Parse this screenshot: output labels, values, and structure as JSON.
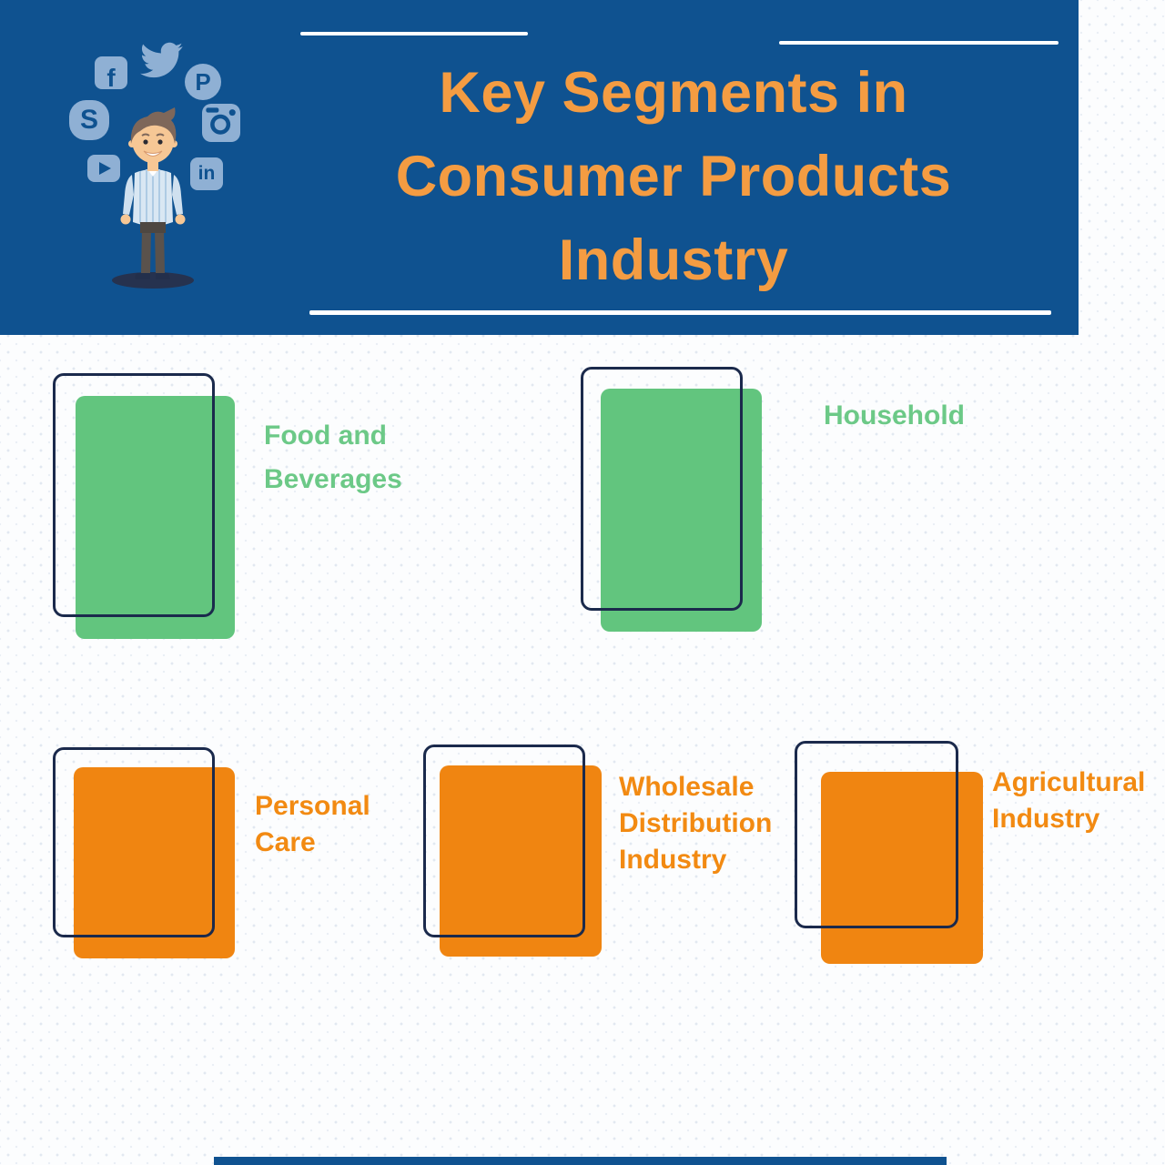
{
  "colors": {
    "header_blue": "#0F5290",
    "title_orange": "#F49C42",
    "green_fill": "#62C57E",
    "green_text": "#6CC987",
    "orange_fill": "#F08511",
    "orange_text": "#F28A12",
    "navy_outline": "#1B2A4C",
    "icon_light_blue": "#8FB0D4"
  },
  "header": {
    "title": "Key Segments in\nConsumer Products\nIndustry",
    "character": "man-surrounded-by-social-media-icons",
    "social_icons": [
      {
        "name": "facebook-icon",
        "glyph": "f"
      },
      {
        "name": "twitter-icon",
        "glyph": ""
      },
      {
        "name": "pinterest-icon",
        "glyph": "P"
      },
      {
        "name": "skype-icon",
        "glyph": "S"
      },
      {
        "name": "instagram-icon",
        "glyph": ""
      },
      {
        "name": "youtube-icon",
        "glyph": ""
      },
      {
        "name": "linkedin-icon",
        "glyph": "in"
      }
    ]
  },
  "segments": [
    {
      "label": "Food and\nBeverages",
      "color": "green"
    },
    {
      "label": "Household",
      "color": "green"
    },
    {
      "label": "Personal\nCare",
      "color": "orange"
    },
    {
      "label": "Wholesale\nDistribution\nIndustry",
      "color": "orange"
    },
    {
      "label": "Agricultural\nIndustry",
      "color": "orange"
    }
  ]
}
